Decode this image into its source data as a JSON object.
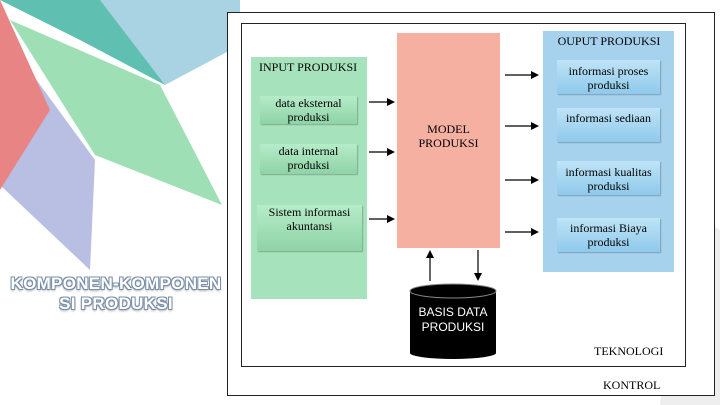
{
  "title": "KOMPONEN-KOMPONEN SI PRODUKSI",
  "diagram": {
    "input": {
      "heading": "INPUT PRODUKSI",
      "items": [
        "data eksternal produksi",
        "data internal produksi",
        "Sistem informasi akuntansi"
      ]
    },
    "model": "MODEL PRODUKSI",
    "output": {
      "heading": "OUPUT PRODUKSI",
      "items": [
        "informasi proses produksi",
        "informasi sediaan",
        "informasi kualitas produksi",
        "informasi Biaya produksi"
      ]
    },
    "database": "BASIS DATA PRODUKSI",
    "technology": "TEKNOLOGI",
    "control": "KONTROL"
  },
  "colors": {
    "input_panel": "#a6e3bd",
    "output_panel": "#a7d2ee",
    "model_box": "#f5b0a2",
    "database": "#000000"
  }
}
